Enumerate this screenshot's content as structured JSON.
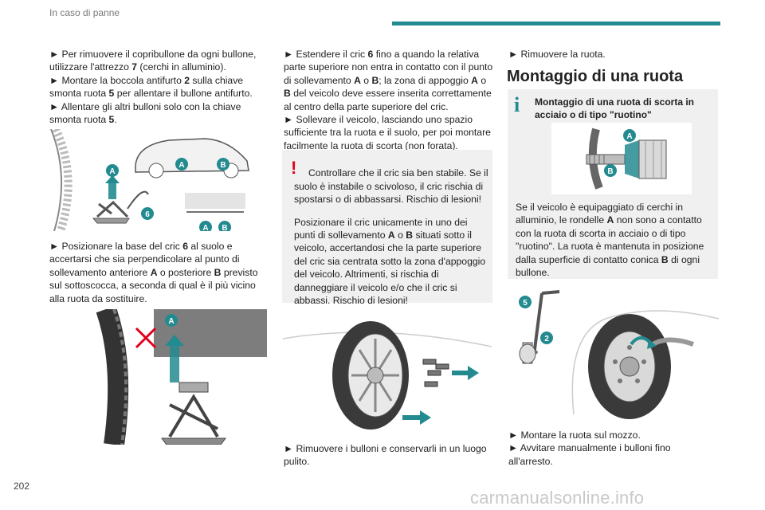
{
  "header": {
    "section": "In caso di panne",
    "page_number": "202"
  },
  "watermark": "carmanualsonline.info",
  "col1": {
    "p1": [
      {
        "t": "► Per rimuovere il copribullone da ogni bullone, utilizzare l'attrezzo "
      },
      {
        "b": "7"
      },
      {
        "t": " (cerchi in alluminio)."
      }
    ],
    "p2": [
      {
        "t": "► Montare la boccola antifurto "
      },
      {
        "b": "2"
      },
      {
        "t": " sulla chiave smonta ruota "
      },
      {
        "b": "5"
      },
      {
        "t": " per allentare il bullone antifurto."
      }
    ],
    "p3": [
      {
        "t": "► Allentare gli altri bulloni solo con la chiave smonta ruota "
      },
      {
        "b": "5"
      },
      {
        "t": "."
      }
    ],
    "p4": [
      {
        "t": "► Posizionare la base del cric "
      },
      {
        "b": "6"
      },
      {
        "t": " al suolo e accertarsi che sia perpendicolare al punto di sollevamento anteriore "
      },
      {
        "b": "A"
      },
      {
        "t": " o posteriore "
      },
      {
        "b": "B"
      },
      {
        "t": " previsto sul sottoscocca, a seconda di qual è il più vicino alla ruota da sostituire."
      }
    ],
    "fig1_labels": {
      "a1": "A",
      "a2": "A",
      "b1": "B",
      "n6": "6",
      "a3": "A",
      "b2": "B"
    },
    "fig2_labels": {
      "a": "A"
    }
  },
  "col2": {
    "p1": [
      {
        "t": "► Estendere il cric "
      },
      {
        "b": "6"
      },
      {
        "t": " fino a quando la relativa parte superiore non entra in contatto con il punto di sollevamento "
      },
      {
        "b": "A"
      },
      {
        "t": " o "
      },
      {
        "b": "B"
      },
      {
        "t": "; la zona di appoggio "
      },
      {
        "b": "A"
      },
      {
        "t": " o "
      },
      {
        "b": "B"
      },
      {
        "t": " del veicolo deve essere inserita correttamente al centro della parte superiore del cric."
      }
    ],
    "p2": [
      {
        "t": "► Sollevare il veicolo, lasciando uno spazio sufficiente tra la ruota e il suolo, per poi montare facilmente la ruota di scorta (non forata)."
      }
    ],
    "warning": {
      "icon": "!",
      "p1": [
        {
          "t": "Controllare che il cric sia ben stabile. Se il suolo è instabile o scivoloso, il cric rischia di spostarsi o di abbassarsi. Rischio di lesioni!"
        }
      ],
      "p2": [
        {
          "t": "Posizionare il cric unicamente in uno dei punti di sollevamento "
        },
        {
          "b": "A"
        },
        {
          "t": " o "
        },
        {
          "b": "B"
        },
        {
          "t": " situati sotto il veicolo, accertandosi che la parte superiore del cric sia centrata sotto la zona d'appoggio del veicolo. Altrimenti, si rischia di danneggiare il veicolo e/o che il cric si abbassi. Rischio di lesioni!"
        }
      ]
    },
    "p3": [
      {
        "t": "► Rimuovere i bulloni e conservarli in un luogo pulito."
      }
    ]
  },
  "col3": {
    "p1": [
      {
        "t": "► Rimuovere la ruota."
      }
    ],
    "heading": "Montaggio di una ruota",
    "info": {
      "icon": "i",
      "title": "Montaggio di una ruota di scorta in acciaio o di tipo \"ruotino\"",
      "fig_labels": {
        "a": "A",
        "b": "B"
      },
      "body": [
        {
          "t": "Se il veicolo è equipaggiato di cerchi in alluminio, le rondelle "
        },
        {
          "b": "A"
        },
        {
          "t": " non sono a contatto con la ruota di scorta in acciaio o di tipo \"ruotino\". La ruota è mantenuta in posizione dalla superficie di contatto conica "
        },
        {
          "b": "B"
        },
        {
          "t": " di ogni bullone."
        }
      ]
    },
    "fig_labels": {
      "n5": "5",
      "n2": "2"
    },
    "p2": [
      {
        "t": "► Montare la ruota sul mozzo."
      }
    ],
    "p3": [
      {
        "t": "► Avvitare manualmente i bulloni fino all'arresto."
      }
    ]
  },
  "colors": {
    "accent": "#238b90",
    "warning": "#e0001b",
    "callout": "#238b90",
    "box": "#f0f0f0"
  }
}
